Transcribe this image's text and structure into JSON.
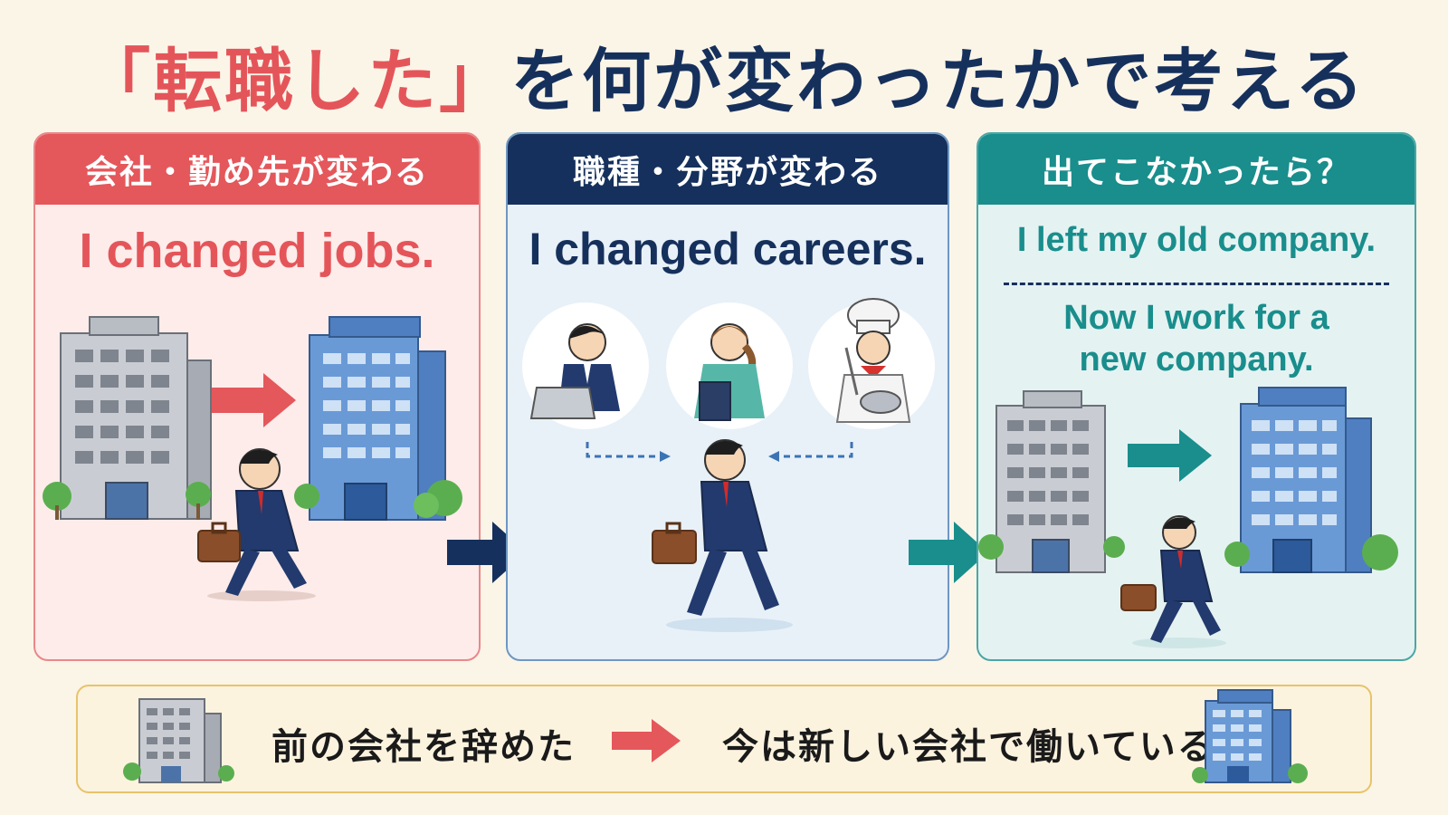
{
  "title": {
    "accent": "「転職した」",
    "main": "を何が変わったかで考える"
  },
  "panels": [
    {
      "heading": "会社・勤め先が変わる",
      "phrase": "I changed jobs."
    },
    {
      "heading": "職種・分野が変わる",
      "phrase": "I changed careers."
    },
    {
      "heading": "出てこなかったら？",
      "phrase_a": "I left my old company.",
      "phrase_b_line1": "Now I work for a",
      "phrase_b_line2": "new company."
    }
  ],
  "bottom": {
    "before": "前の会社を辞めた",
    "after": "今は新しい会社で働いている"
  },
  "colors": {
    "red": "#e4575b",
    "navy": "#15305c",
    "teal": "#198e8c"
  },
  "icons": [
    "gray-building-icon",
    "blue-building-icon",
    "arrow-right-icon",
    "walking-businessman-icon",
    "office-worker-icon",
    "nurse-icon",
    "chef-icon"
  ]
}
